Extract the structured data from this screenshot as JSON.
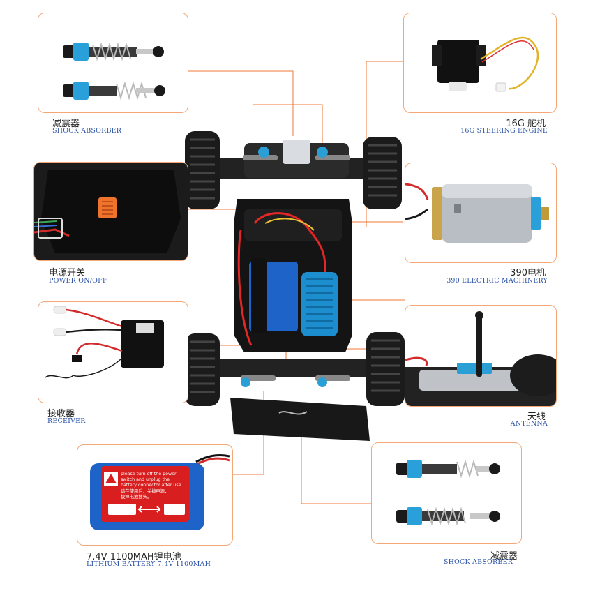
{
  "accent_color": "#f07a38",
  "label_color": "#2a52a8",
  "callouts": {
    "shock_top": {
      "cn": "减震器",
      "en": "SHOCK ABSORBER"
    },
    "steering": {
      "cn": "16G 舵机",
      "en": "16G STEERING ENGINE"
    },
    "power": {
      "cn": "电源开关",
      "en": "POWER ON/OFF"
    },
    "motor": {
      "cn": "390电机",
      "en": "390 ELECTRIC MACHINERY"
    },
    "receiver": {
      "cn": "接收器",
      "en": "RECEIVER"
    },
    "antenna": {
      "cn": "天线",
      "en": "ANTENNA"
    },
    "battery": {
      "cn": "7.4V  1100MAH锂电池",
      "en": "LITHIUM BATTERY 7.4V 1100MAH"
    },
    "shock_bottom": {
      "cn": "减震器",
      "en": "SHOCK ABSORBER"
    }
  },
  "battery_sticker": {
    "line1": "please turn off the power",
    "line2": "switch and unplug the",
    "line3": "battery connector after use",
    "line4": "请在使用后，关掉电源，",
    "line5": "拔掉电池插头。"
  }
}
